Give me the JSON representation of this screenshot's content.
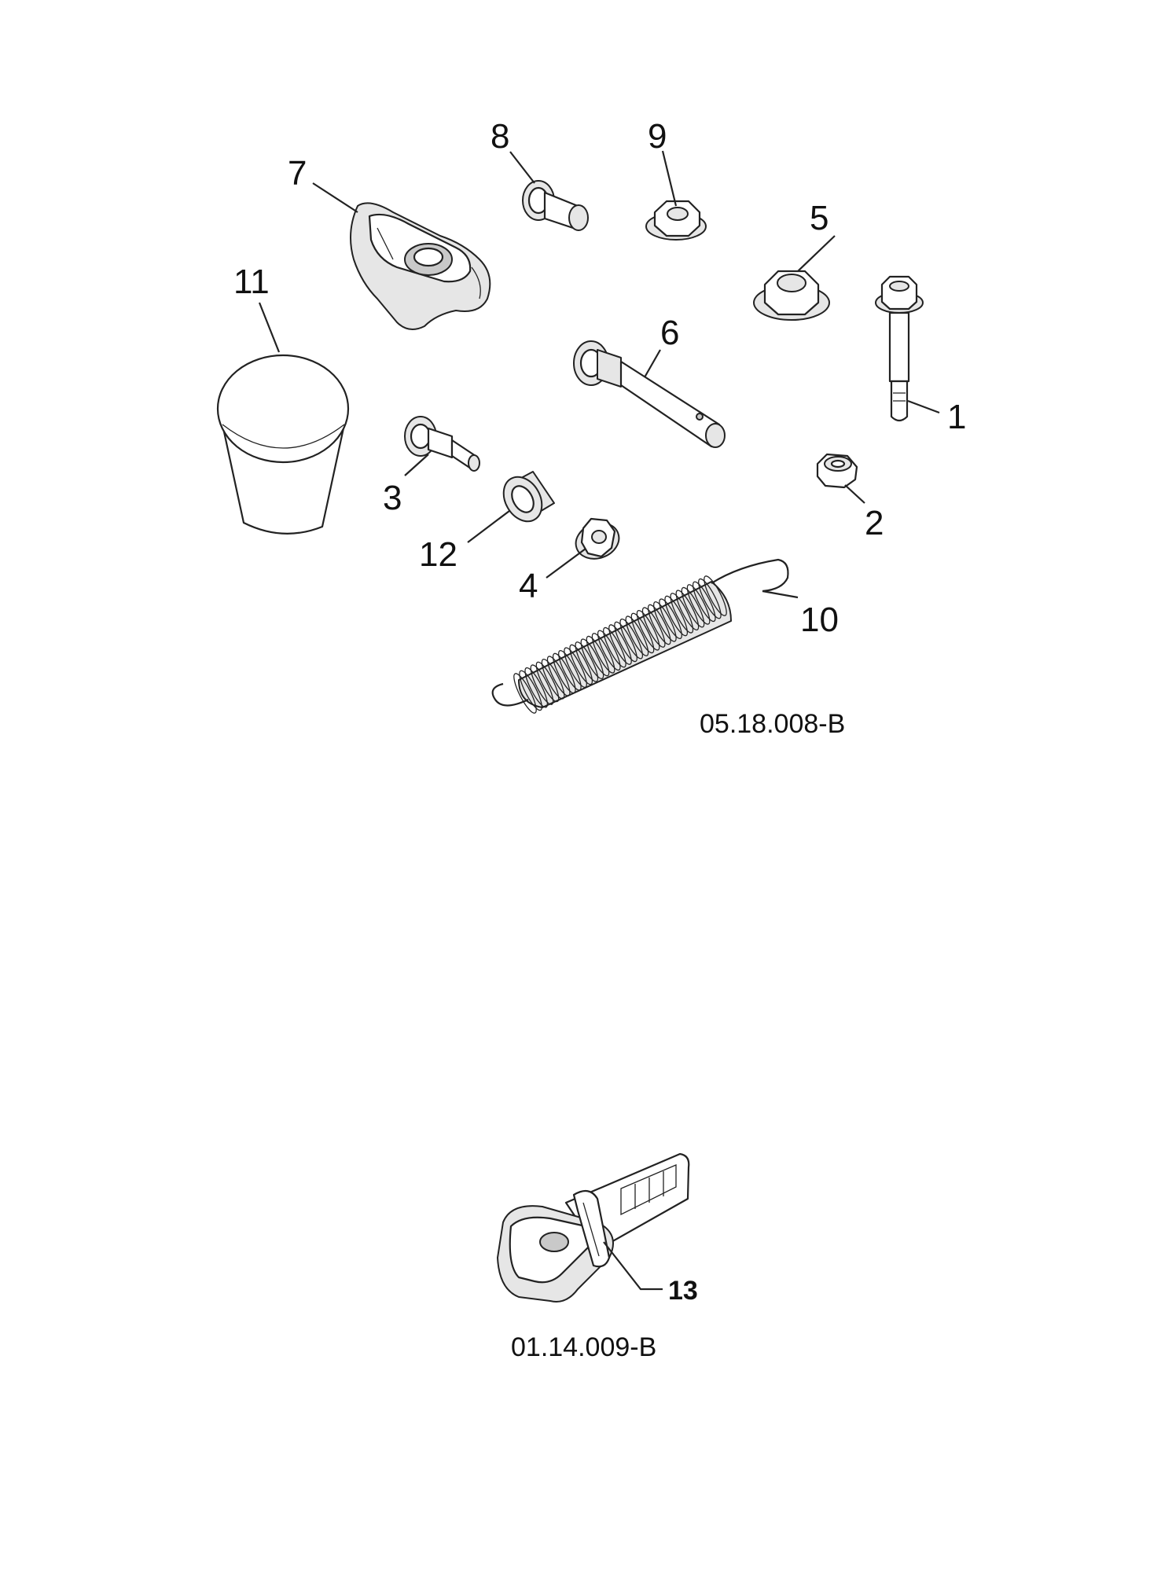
{
  "figures": [
    {
      "code": "05.18.008-B",
      "callouts": [
        "1",
        "2",
        "3",
        "4",
        "5",
        "6",
        "7",
        "8",
        "9",
        "10",
        "11",
        "12"
      ]
    },
    {
      "code": "01.14.009-B",
      "callouts": [
        "13"
      ]
    }
  ],
  "parts": [
    {
      "number": "1",
      "icon": "flange-bolt-icon"
    },
    {
      "number": "2",
      "icon": "lock-nut-icon"
    },
    {
      "number": "3",
      "icon": "shoulder-bolt-icon"
    },
    {
      "number": "4",
      "icon": "flange-nut-icon"
    },
    {
      "number": "5",
      "icon": "large-flange-nut-icon"
    },
    {
      "number": "6",
      "icon": "carriage-bolt-icon"
    },
    {
      "number": "7",
      "icon": "lever-bracket-icon"
    },
    {
      "number": "8",
      "icon": "pin-bolt-icon"
    },
    {
      "number": "9",
      "icon": "hex-nut-icon"
    },
    {
      "number": "10",
      "icon": "extension-spring-icon"
    },
    {
      "number": "11",
      "icon": "knob-icon"
    },
    {
      "number": "12",
      "icon": "spacer-icon"
    },
    {
      "number": "13",
      "icon": "handle-grip-icon"
    }
  ]
}
